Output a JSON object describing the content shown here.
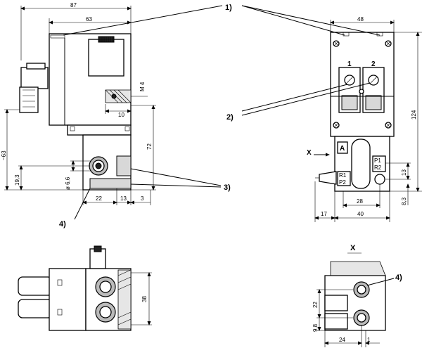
{
  "drawing": {
    "callouts": {
      "c1": "1)",
      "c2": "2)",
      "c3": "3)",
      "c4a": "4)",
      "c4b": "4)"
    },
    "front_view": {
      "dim_87": "87",
      "dim_63": "63",
      "dim_m4": "M 4",
      "dim_10": "10",
      "dim_72": "72",
      "dim_neg63": "~63",
      "dim_19_3": "19,3",
      "dim_phi6_6": "ø 6,6",
      "dim_22": "22",
      "dim_13": "13",
      "dim_3": "3"
    },
    "side_view": {
      "dim_48": "48",
      "dim_124": "124",
      "dim_13": "13",
      "dim_8_3": "8,3",
      "dim_28": "28",
      "dim_17": "17",
      "dim_40": "40",
      "label_1": "1",
      "label_2": "2",
      "label_a": "A",
      "label_x": "X",
      "label_p1": "P1",
      "label_r2": "R2",
      "label_r1": "R1",
      "label_p2": "P2"
    },
    "plan_view": {
      "dim_38": "38"
    },
    "detail_view": {
      "title": "X",
      "dim_22": "22",
      "dim_9_8": "9,8",
      "dim_24": "24",
      "dim_1": "1"
    }
  }
}
